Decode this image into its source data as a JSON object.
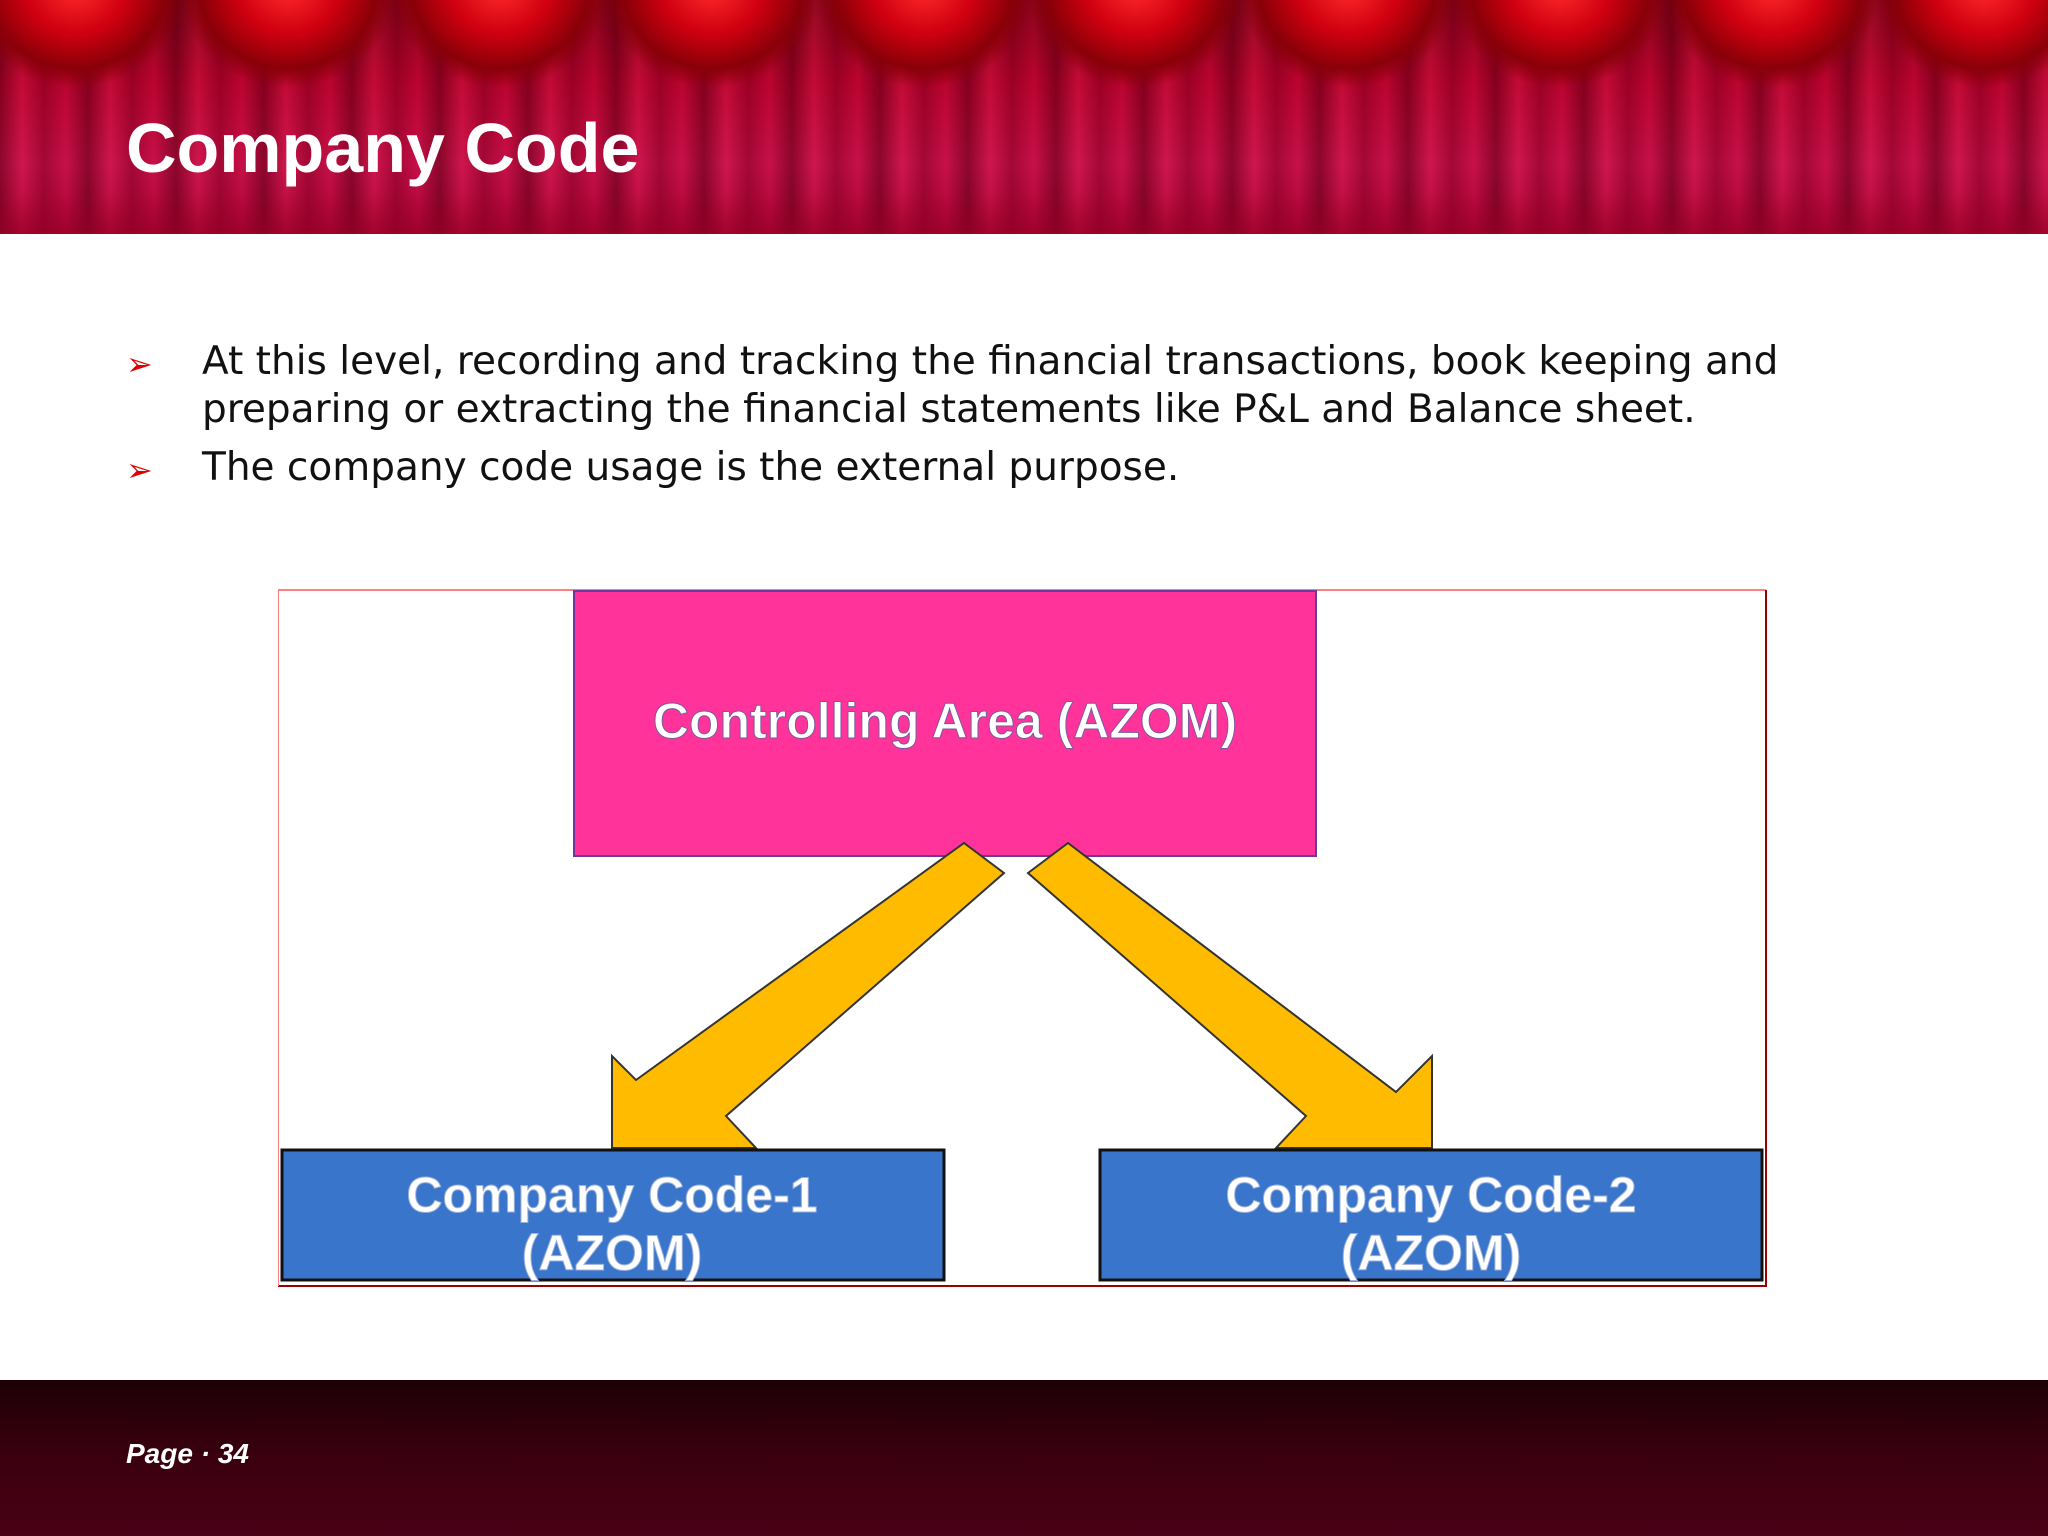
{
  "slide": {
    "title": "Company Code",
    "bullets": [
      "At this level, recording and tracking the financial transactions, book keeping and preparing or extracting the financial statements like P&L and Balance sheet.",
      "The company code usage is the external purpose."
    ],
    "bullet_icon": "arrowhead-icon",
    "page_label": "Page",
    "page_separator": "·",
    "page_number": "34"
  },
  "diagram": {
    "top_box": {
      "label": "Controlling Area (AZOM)"
    },
    "bottom_boxes": [
      {
        "line1": "Company Code-1",
        "line2": "(AZOM)"
      },
      {
        "line1": "Company Code-2",
        "line2": "(AZOM)"
      }
    ]
  },
  "colors": {
    "header_red": "#c7104a",
    "bullet_arrow": "#e00000",
    "top_box_fill": "#ff3399",
    "bottom_box_fill": "#3a75cc",
    "arrow_fill": "#ffbb00",
    "footer_dark": "#3a0010"
  }
}
